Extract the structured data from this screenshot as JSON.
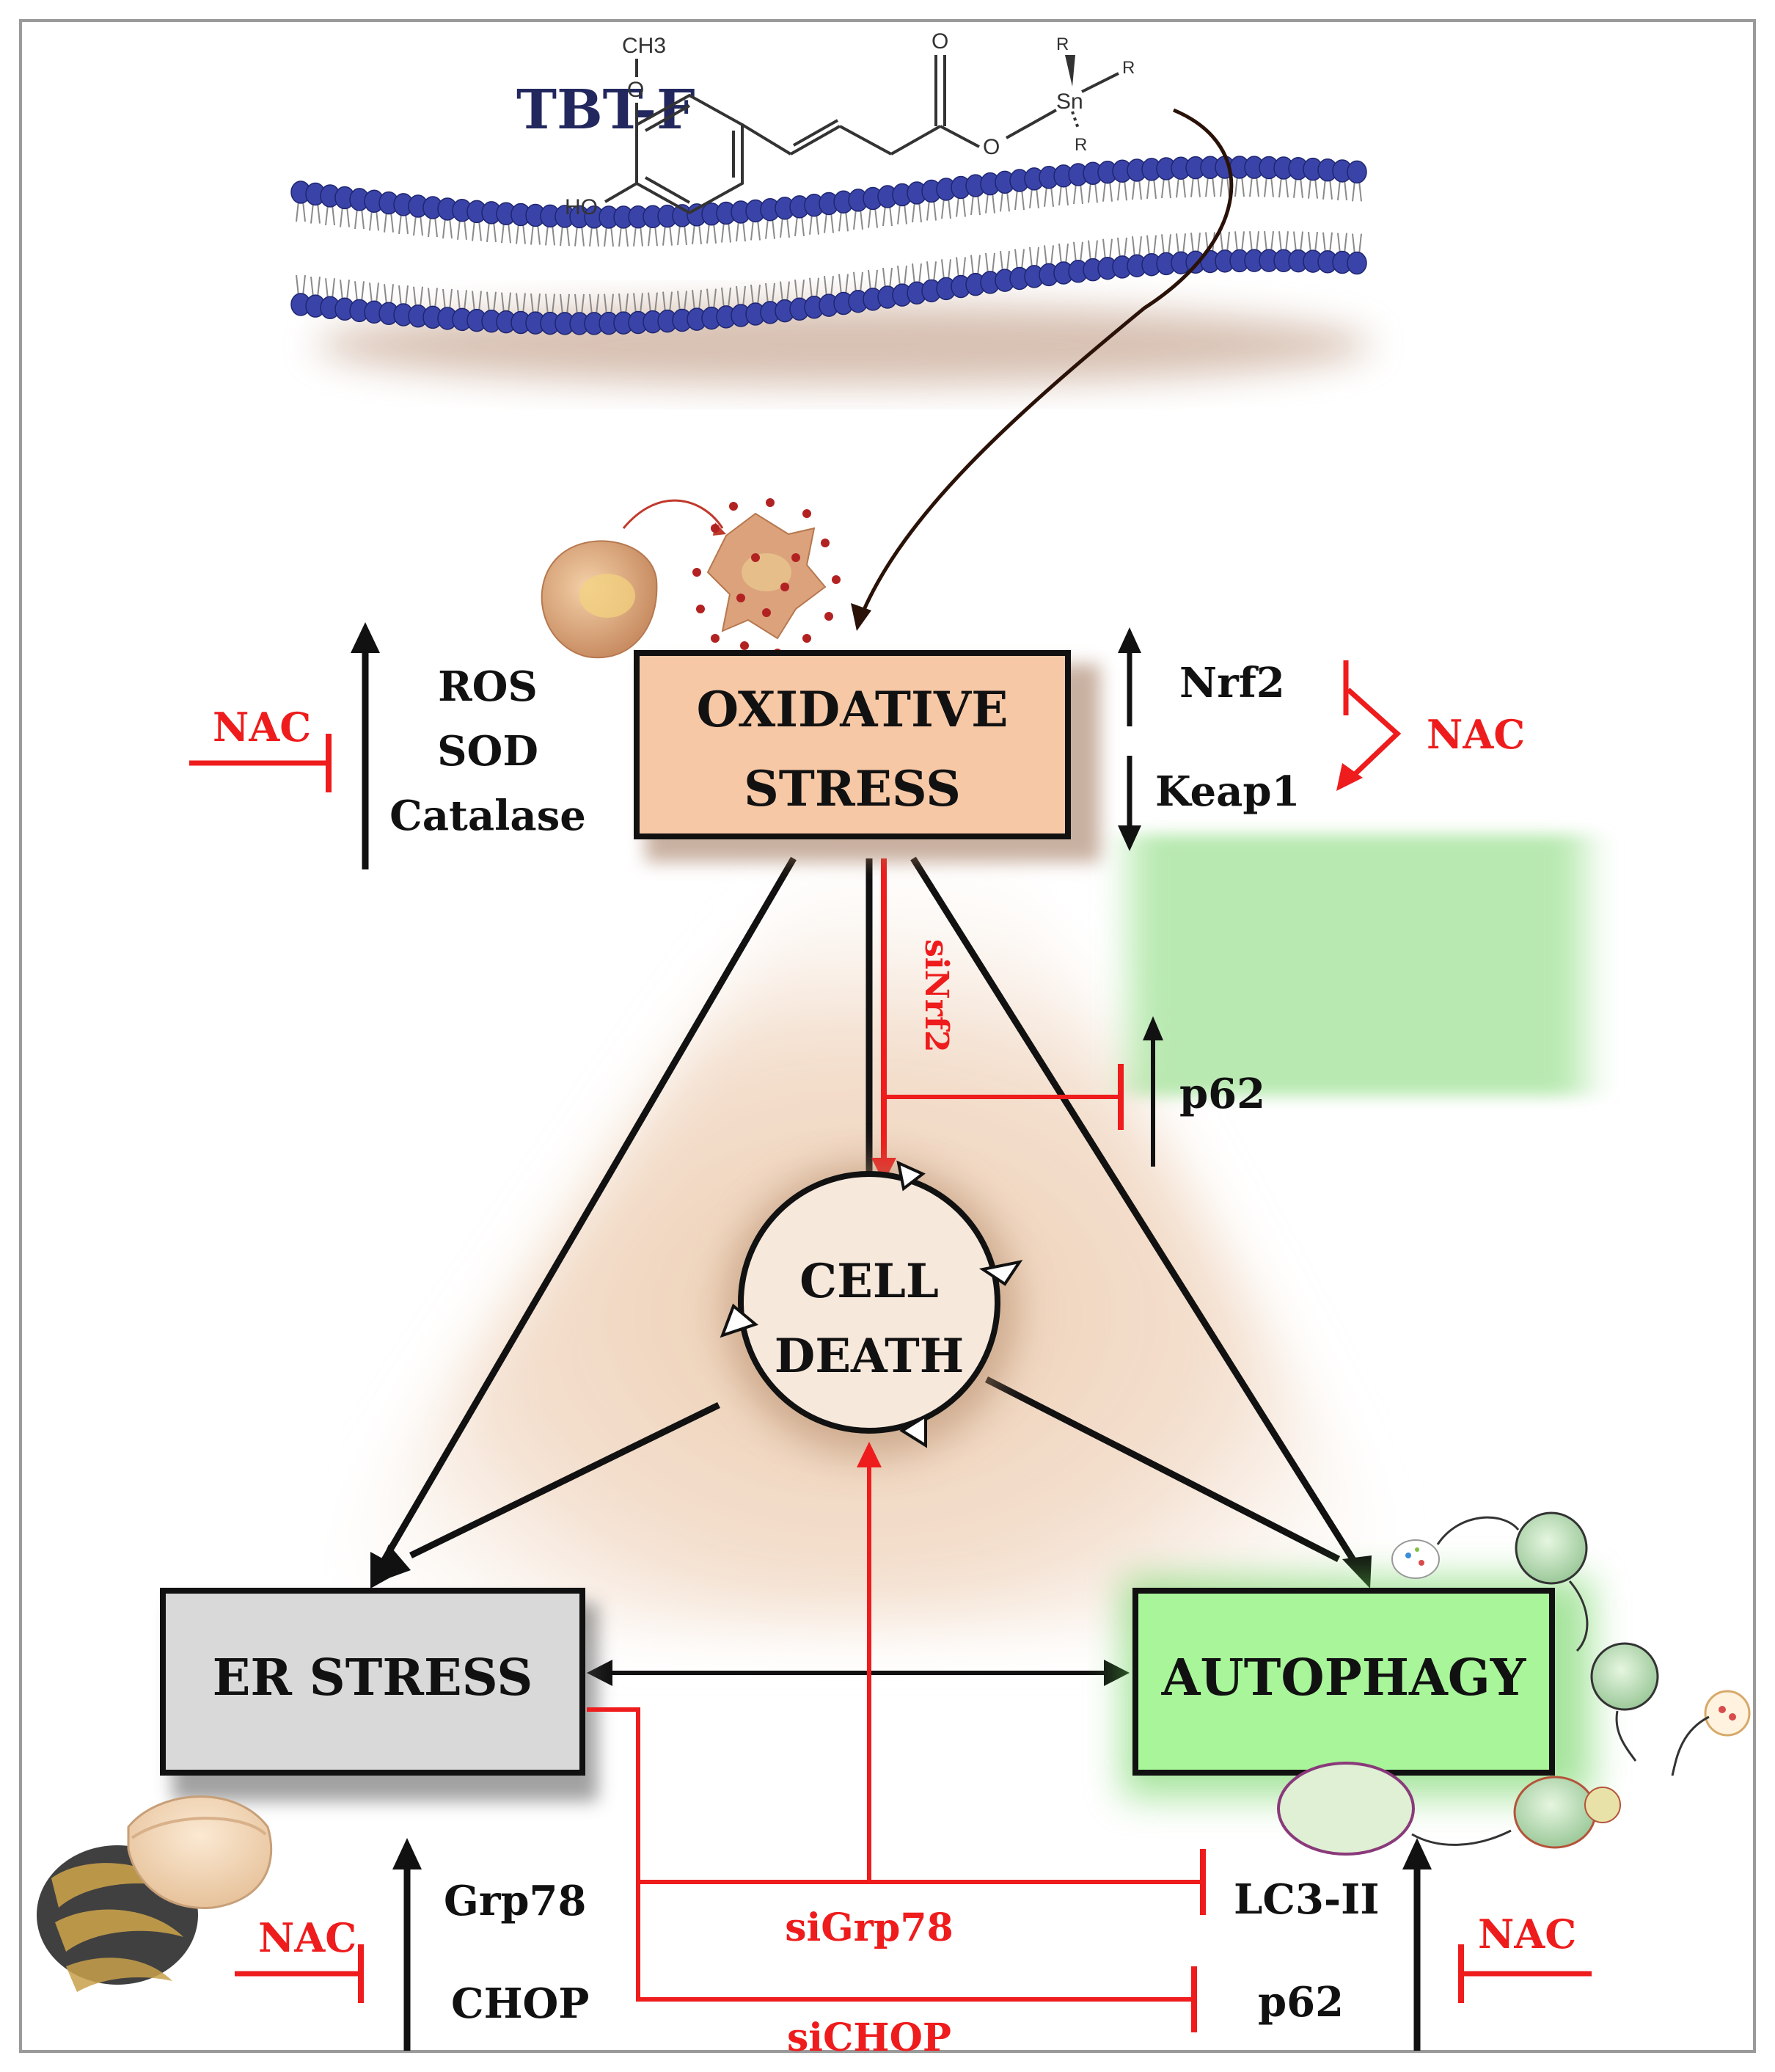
{
  "title": "TBT-F",
  "molecule": {
    "substituent": "CH3",
    "methoxy_o": "O",
    "hydroxyl": "HO",
    "carbonyl_o": "O",
    "ester_o": "O",
    "metal": "Sn",
    "r_group": "R"
  },
  "nodes": {
    "oxidative_line1": "OXIDATIVE",
    "oxidative_line2": "STRESS",
    "cell_death_line1": "CELL",
    "cell_death_line2": "DEATH",
    "er_stress": "ER STRESS",
    "autophagy": "AUTOPHAGY"
  },
  "markers": {
    "ros": "ROS",
    "sod": "SOD",
    "catalase": "Catalase",
    "nrf2": "Nrf2",
    "keap1": "Keap1",
    "p62_mid": "p62",
    "grp78": "Grp78",
    "chop": "CHOP",
    "lc3": "LC3-II",
    "p62_bottom": "p62"
  },
  "inhibitors": {
    "nac_left": "NAC",
    "nac_right": "NAC",
    "nac_er": "NAC",
    "nac_autophagy": "NAC",
    "sinrf2": "siNrf2",
    "sigrp78": "siGrp78",
    "sichop": "siCHOP"
  },
  "colors": {
    "membrane_head": "#3a44a8",
    "title": "#22285e",
    "inhibitor_red": "#ee1c1c",
    "oxidative_fill": "#f6c8a6",
    "er_fill": "#d9d9d9",
    "autophagy_fill": "#a8f59a",
    "glow": "#ebc7a8"
  }
}
